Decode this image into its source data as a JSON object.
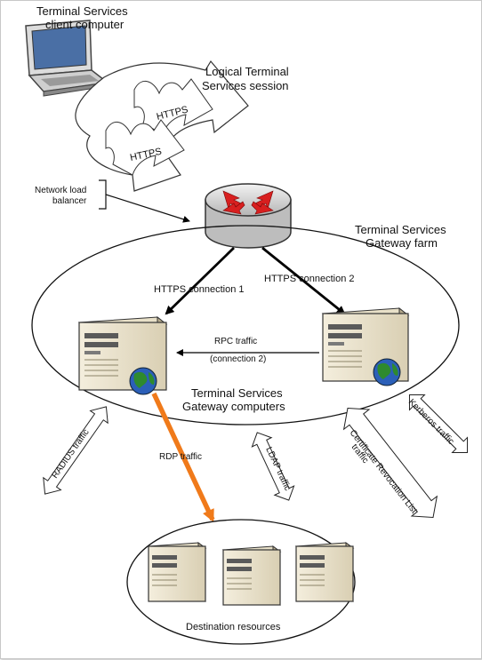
{
  "labels": {
    "client_computer": [
      "Terminal Services",
      "client computer"
    ],
    "logical_session": [
      "Logical Terminal",
      "Services session"
    ],
    "https_1": "HTTPS",
    "https_2": "HTTPS",
    "network_load_balancer": [
      "Network load",
      "balancer"
    ],
    "gateway_farm": [
      "Terminal Services",
      "Gateway farm"
    ],
    "https_connection_1": "HTTPS connection 1",
    "https_connection_2": "HTTPS connection 2",
    "rpc_traffic": [
      "RPC traffic",
      "(connection 2)"
    ],
    "gateway_computers": [
      "Terminal Services",
      "Gateway computers"
    ],
    "radius_traffic": "RADIUS traffic",
    "rdp_traffic": "RDP traffic",
    "ldap_traffic": "LDAP traffic",
    "crl_traffic": [
      "Certificate Revocation List",
      "traffic"
    ],
    "kerberos_traffic": "Kerberos traffic",
    "destination_resources": "Destination resources"
  },
  "colors": {
    "rdp_arrow": "#f07a1a",
    "router_arrows": "#d81f1f",
    "server_body": "#efe7d2",
    "globe": "#2e8a2e"
  }
}
